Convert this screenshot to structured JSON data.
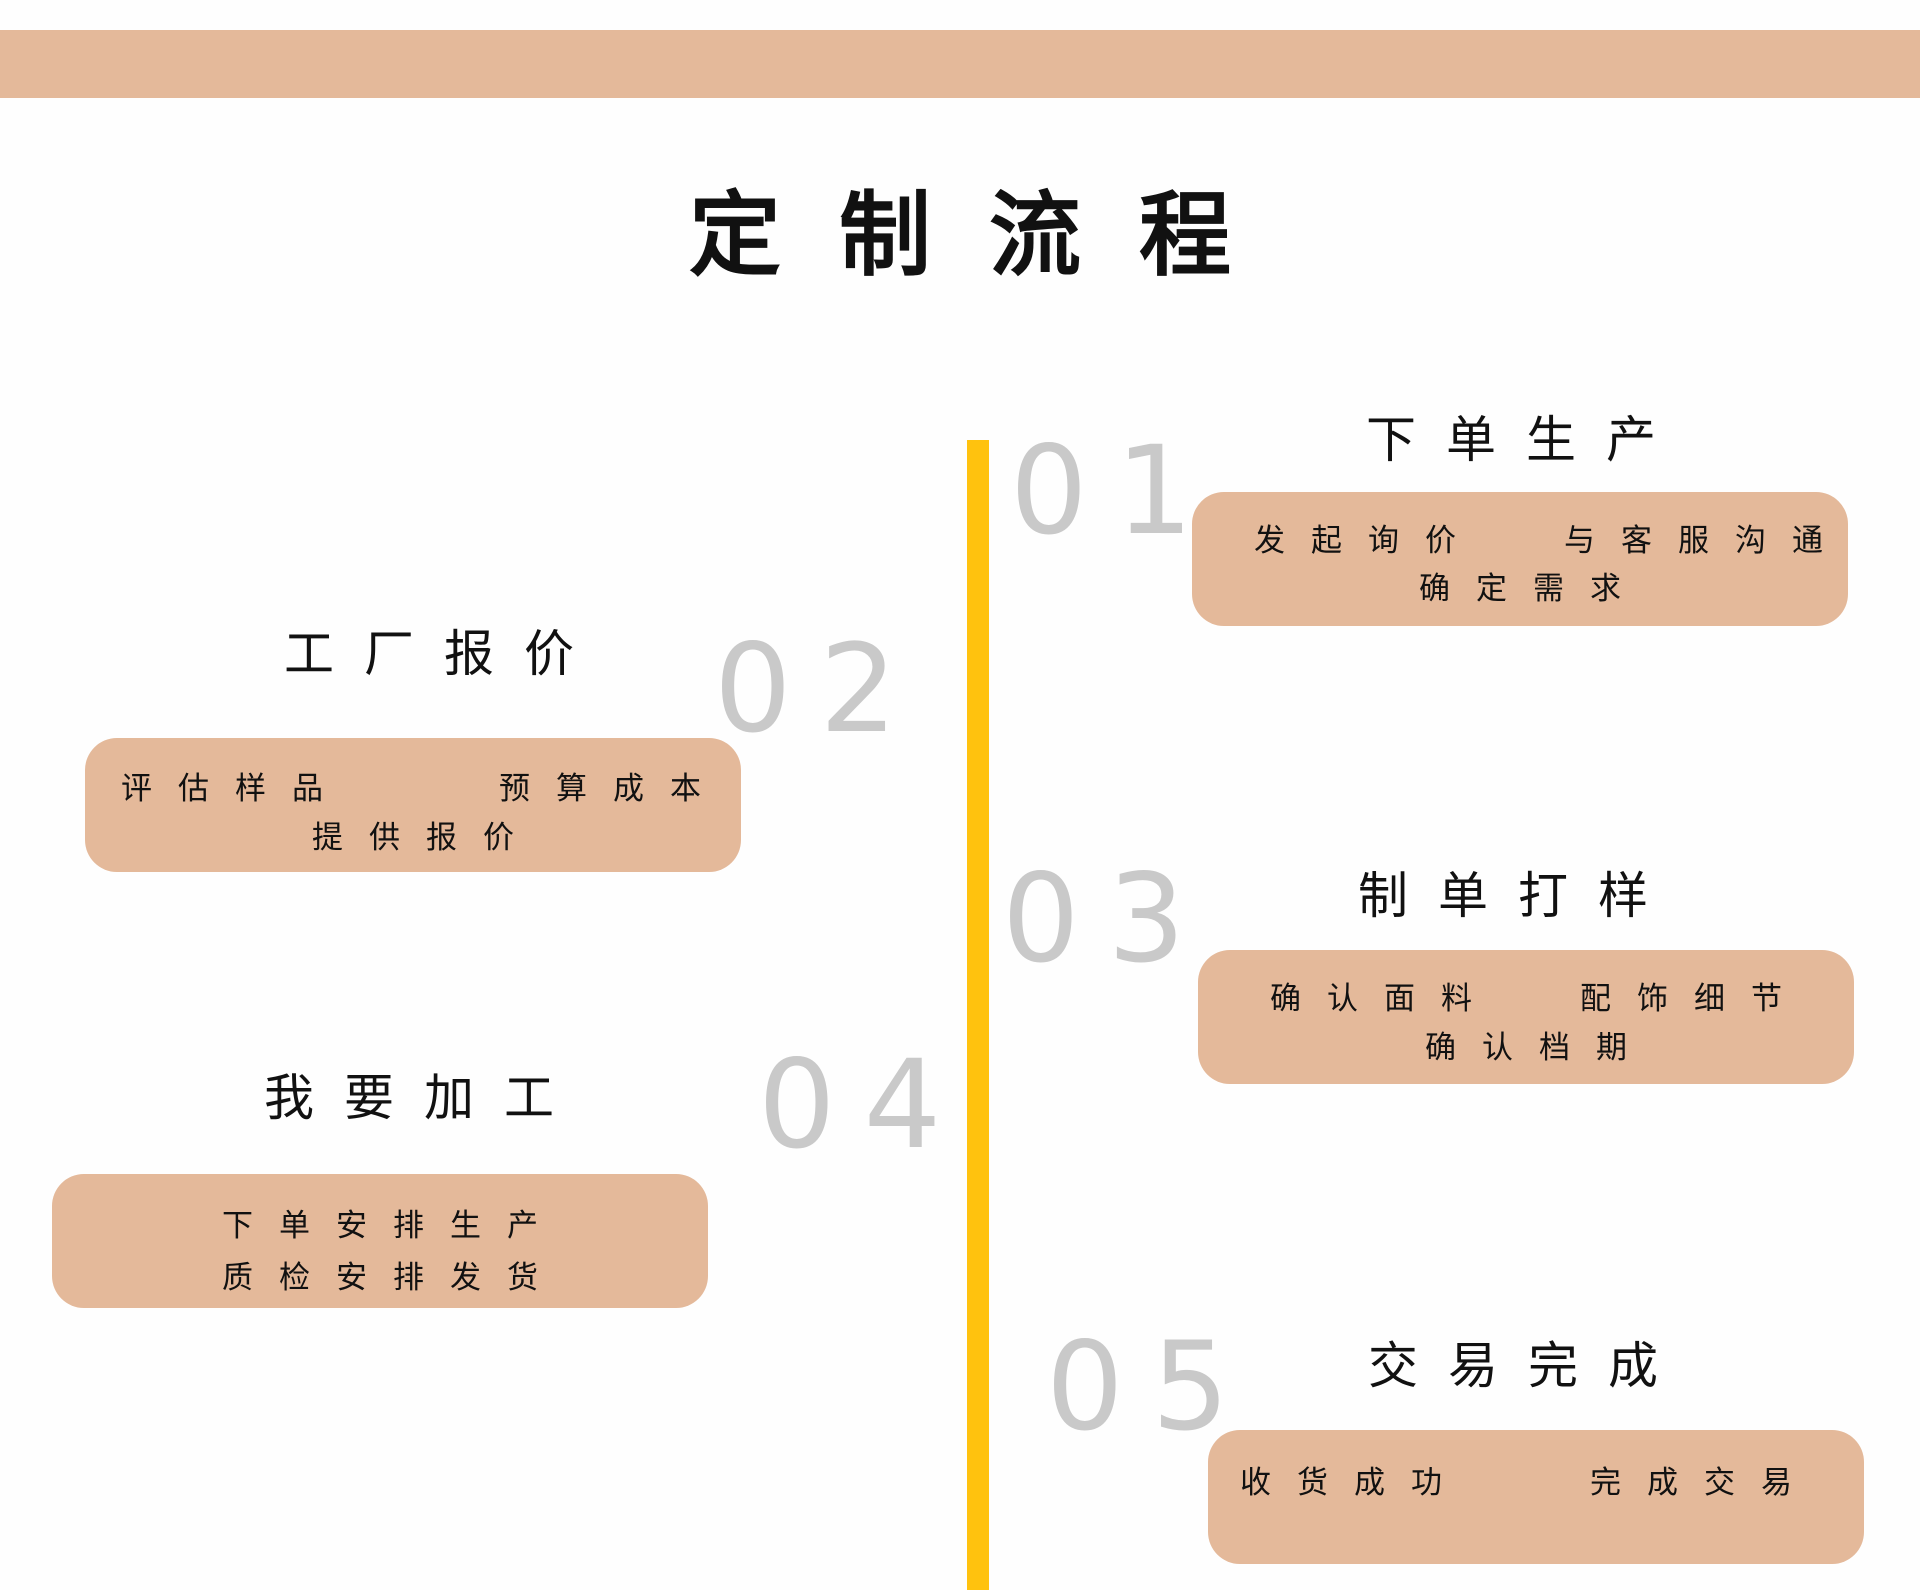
{
  "title": "定制流程",
  "steps": [
    {
      "number": "01",
      "title": "下单生产",
      "lines": [
        "发起询价",
        "与客服沟通",
        "确定需求"
      ]
    },
    {
      "number": "02",
      "title": "工厂报价",
      "lines": [
        "评估样品",
        "预算成本",
        "提供报价"
      ]
    },
    {
      "number": "03",
      "title": "制单打样",
      "lines": [
        "确认面料",
        "配饰细节",
        "确认档期"
      ]
    },
    {
      "number": "04",
      "title": "我要加工",
      "lines": [
        "下单安排生产",
        "质检安排发货"
      ]
    },
    {
      "number": "05",
      "title": "交易完成",
      "lines": [
        "收货成功",
        "完成交易"
      ]
    }
  ],
  "colors": {
    "accent": "#e4b99a",
    "timeline": "#ffc20e",
    "step_number": "#c9c9c9"
  }
}
